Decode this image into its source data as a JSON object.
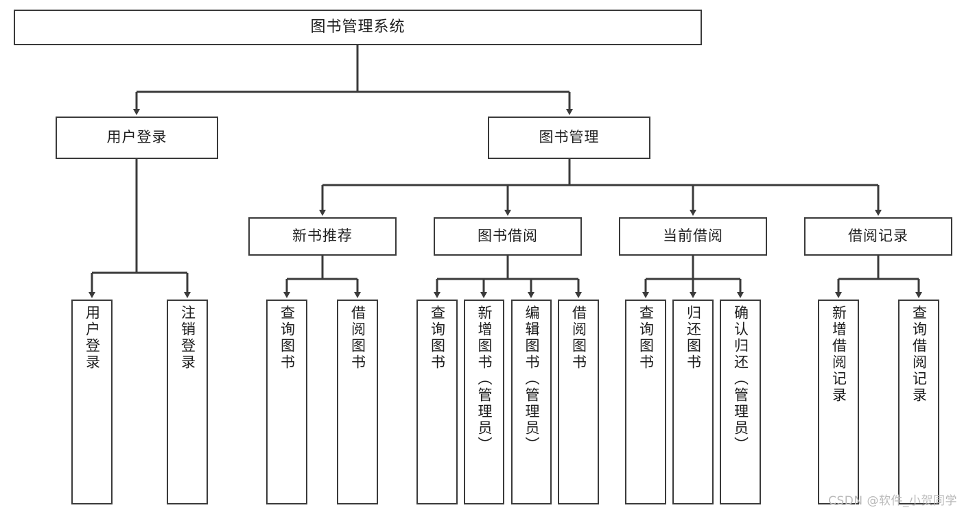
{
  "diagram": {
    "title": "图书管理系统",
    "stroke_color": "#3a3a3a",
    "background_color": "#ffffff",
    "watermark": "CSDN @软件_小贺同学",
    "root": {
      "id": "root",
      "label": "图书管理系统"
    },
    "level2": [
      {
        "id": "user-login",
        "label": "用户登录"
      },
      {
        "id": "book-manage",
        "label": "图书管理"
      }
    ],
    "level3": [
      {
        "id": "new-book-recommend",
        "label": "新书推荐"
      },
      {
        "id": "book-borrow",
        "label": "图书借阅"
      },
      {
        "id": "current-borrow",
        "label": "当前借阅"
      },
      {
        "id": "borrow-record",
        "label": "借阅记录"
      }
    ],
    "leaves": {
      "user_login": [
        {
          "id": "leaf-user-login",
          "label": "用户登录"
        },
        {
          "id": "leaf-user-logout",
          "label": "注销登录"
        }
      ],
      "new_book_recommend": [
        {
          "id": "leaf-query-book-1",
          "label": "查询图书"
        },
        {
          "id": "leaf-borrow-book-1",
          "label": "借阅图书"
        }
      ],
      "book_borrow": [
        {
          "id": "leaf-query-book-2",
          "label": "查询图书"
        },
        {
          "id": "leaf-add-book",
          "label": "新增图书（管理员）"
        },
        {
          "id": "leaf-edit-book",
          "label": "编辑图书（管理员）"
        },
        {
          "id": "leaf-borrow-book-2",
          "label": "借阅图书"
        }
      ],
      "current_borrow": [
        {
          "id": "leaf-query-book-3",
          "label": "查询图书"
        },
        {
          "id": "leaf-return-book",
          "label": "归还图书"
        },
        {
          "id": "leaf-confirm-return",
          "label": "确认归还（管理员）"
        }
      ],
      "borrow_record": [
        {
          "id": "leaf-add-record",
          "label": "新增借阅记录"
        },
        {
          "id": "leaf-query-record",
          "label": "查询借阅记录"
        }
      ]
    }
  }
}
